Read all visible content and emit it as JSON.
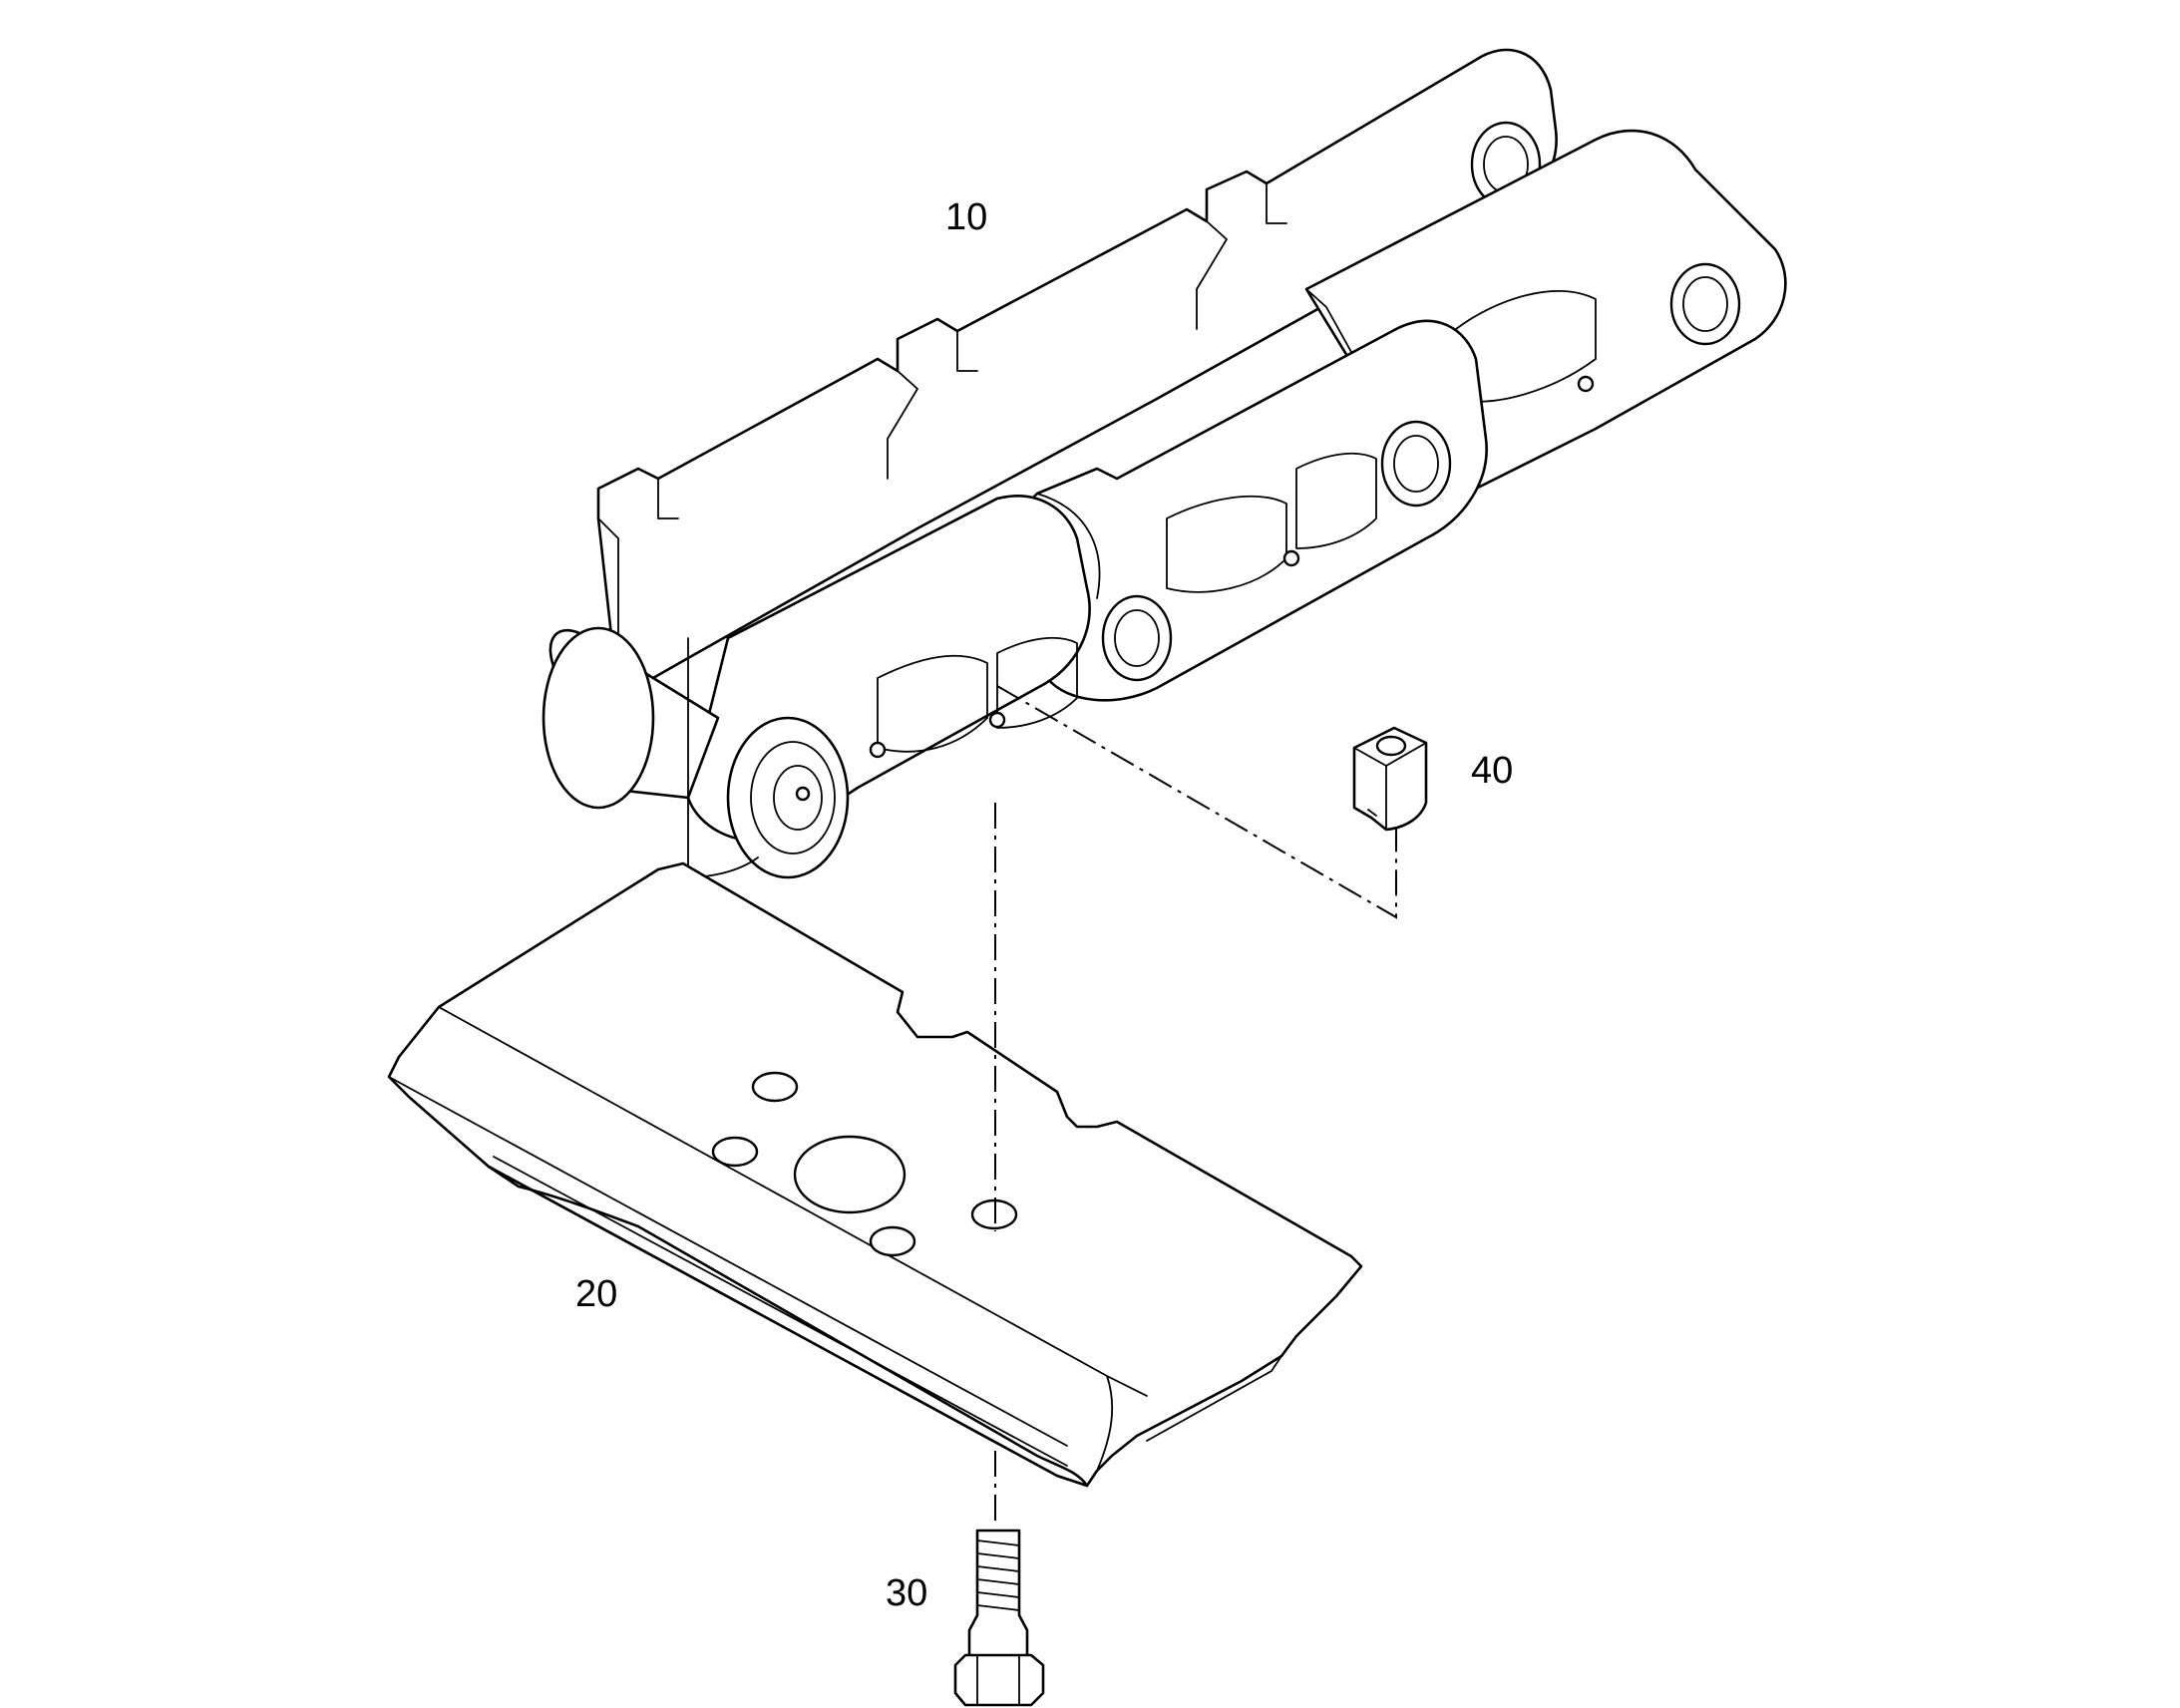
{
  "callouts": {
    "track_chain": "10",
    "track_shoe": "20",
    "shoe_bolt": "30",
    "shoe_nut": "40"
  },
  "colors": {
    "line": "#000000",
    "background": "#ffffff"
  }
}
